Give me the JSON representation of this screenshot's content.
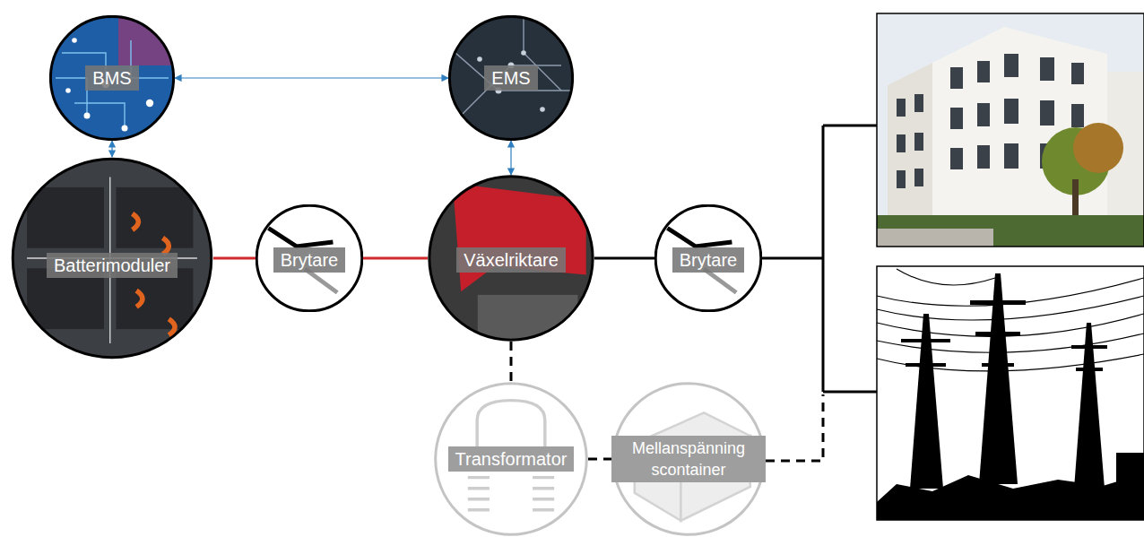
{
  "diagram": {
    "nodes": [
      {
        "text": [
          "BMS"
        ]
      },
      {
        "text": [
          "EMS"
        ]
      },
      {
        "text": [
          "Batterimoduler"
        ]
      },
      {
        "text": [
          "Brytare"
        ]
      },
      {
        "text": [
          "Växelriktare"
        ]
      },
      {
        "text": [
          "Brytare"
        ]
      },
      {
        "text": [
          "Transformator"
        ]
      },
      {
        "text": [
          "Mellanspänning scontainer"
        ]
      }
    ],
    "edges": [
      {
        "from": 0,
        "to": 1,
        "arrow": "both"
      },
      {
        "from": 0,
        "to": 2,
        "arrow": "both"
      },
      {
        "from": 1,
        "to": 4,
        "arrow": "both"
      },
      {
        "from": 2,
        "to": 3,
        "arrow": "none"
      },
      {
        "from": 3,
        "to": 4,
        "arrow": "none"
      },
      {
        "from": 4,
        "to": 5,
        "arrow": "none"
      },
      {
        "from": 4,
        "to": 6,
        "arrow": "none"
      },
      {
        "from": 6,
        "to": 7,
        "arrow": "none"
      }
    ]
  }
}
